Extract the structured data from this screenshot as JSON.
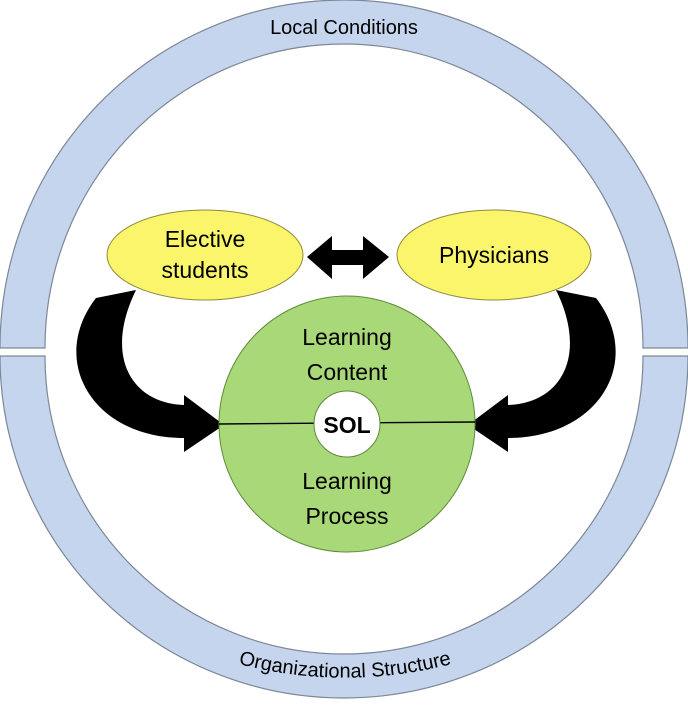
{
  "ring": {
    "top_label": "Local Conditions",
    "bottom_label": "Organizational Structure",
    "fill": "#c5d5ee"
  },
  "actors": {
    "left": {
      "line1": "Elective",
      "line2": "students"
    },
    "right": {
      "label": "Physicians"
    },
    "fill": "#faf56a"
  },
  "core": {
    "top_line1": "Learning",
    "top_line2": "Content",
    "center": "SOL",
    "bottom_line1": "Learning",
    "bottom_line2": "Process",
    "fill": "#a8d878"
  },
  "arrows": {
    "color": "#000000",
    "items": [
      "double-arrow-icon",
      "curved-arrow-left-icon",
      "curved-arrow-right-icon"
    ]
  }
}
